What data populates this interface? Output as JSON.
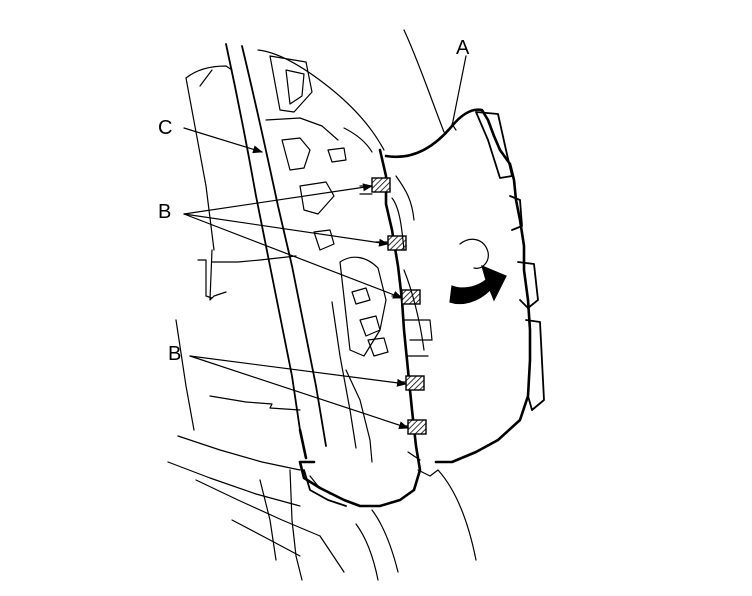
{
  "labels": {
    "a": "A",
    "b_upper": "B",
    "b_lower": "B",
    "c": "C"
  }
}
